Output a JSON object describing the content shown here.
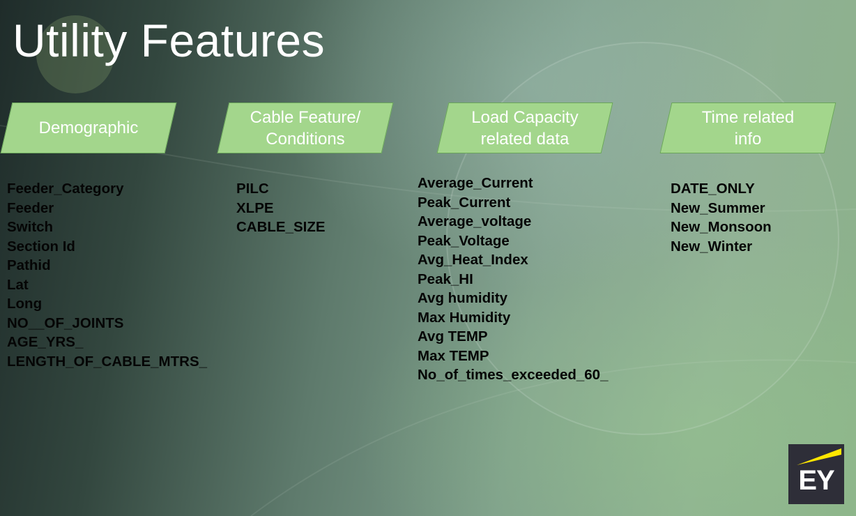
{
  "slide": {
    "title": "Utility Features"
  },
  "categories": [
    {
      "label": "Demographic"
    },
    {
      "label": "Cable Feature/\nConditions"
    },
    {
      "label": "Load Capacity\nrelated data"
    },
    {
      "label": "Time related\ninfo"
    }
  ],
  "demographic_fields": [
    "Feeder_Category",
    "Feeder",
    "Switch",
    "Section Id",
    "Pathid",
    "Lat",
    "Long",
    "NO__OF_JOINTS",
    "AGE_YRS_",
    "LENGTH_OF_CABLE_MTRS_"
  ],
  "cable_fields": [
    "PILC",
    "XLPE",
    "CABLE_SIZE"
  ],
  "load_fields": [
    "Average_Current",
    "Peak_Current",
    "Average_voltage",
    "Peak_Voltage",
    "Avg_Heat_Index",
    "Peak_HI",
    "Avg humidity",
    "Max Humidity",
    "Avg TEMP",
    "Max TEMP",
    "No_of_times_exceeded_60_"
  ],
  "time_fields": [
    "DATE_ONLY",
    "New_Summer",
    "New_Monsoon",
    "New_Winter"
  ],
  "logo": {
    "text": "EY",
    "icon": "ey-logo",
    "bar_color": "#ffe600",
    "background_color": "#2e2e38"
  },
  "colors": {
    "category_fill": "#a3d68c",
    "title_text": "#ffffff",
    "field_text": "#050505"
  }
}
